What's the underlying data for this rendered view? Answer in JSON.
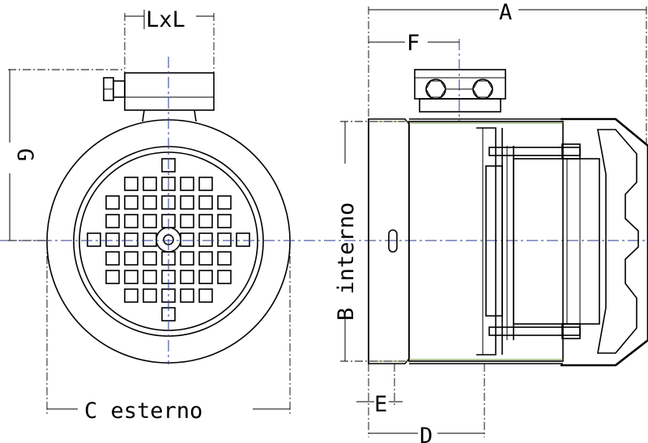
{
  "labels": {
    "lxl": "LxL",
    "a": "A",
    "f": "F",
    "g": "G",
    "b": "B interno",
    "c": "C esterno",
    "e": "E",
    "d": "D"
  },
  "colors": {
    "line": "#000000",
    "axis": "#2b3a8c",
    "hatch": "#6e8f3a"
  }
}
